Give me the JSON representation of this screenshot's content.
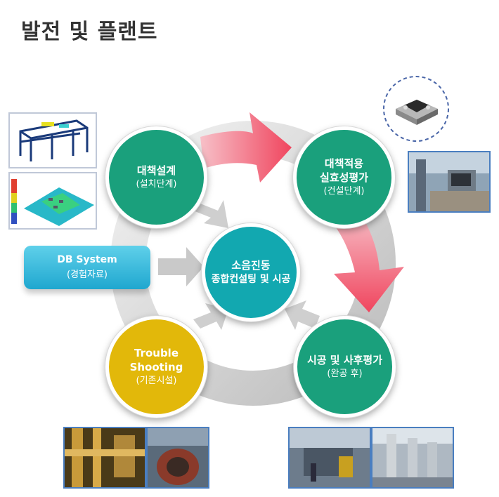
{
  "title": "발전 및 플랜트",
  "center": {
    "line1": "소음진동",
    "line2": "종합컨설팅 및 시공"
  },
  "design": {
    "line1": "대책설계",
    "line2": "(설치단계)"
  },
  "evaluation": {
    "line1": "대책적용",
    "line2": "실효성평가",
    "line3": "(건설단계)"
  },
  "construction": {
    "line1": "시공 및 사후평가",
    "line2": "(완공 후)"
  },
  "trouble": {
    "line1": "Trouble",
    "line2": "Shooting",
    "line3": "(기존시설)"
  },
  "db": {
    "line1": "DB System",
    "line2": "(경험자료)"
  },
  "colors": {
    "green": "#1aa07c",
    "yellow": "#e2b80a",
    "teal": "#12a8b0",
    "red_arrow": "#f0455e",
    "db_blue": "#2db3d8"
  }
}
